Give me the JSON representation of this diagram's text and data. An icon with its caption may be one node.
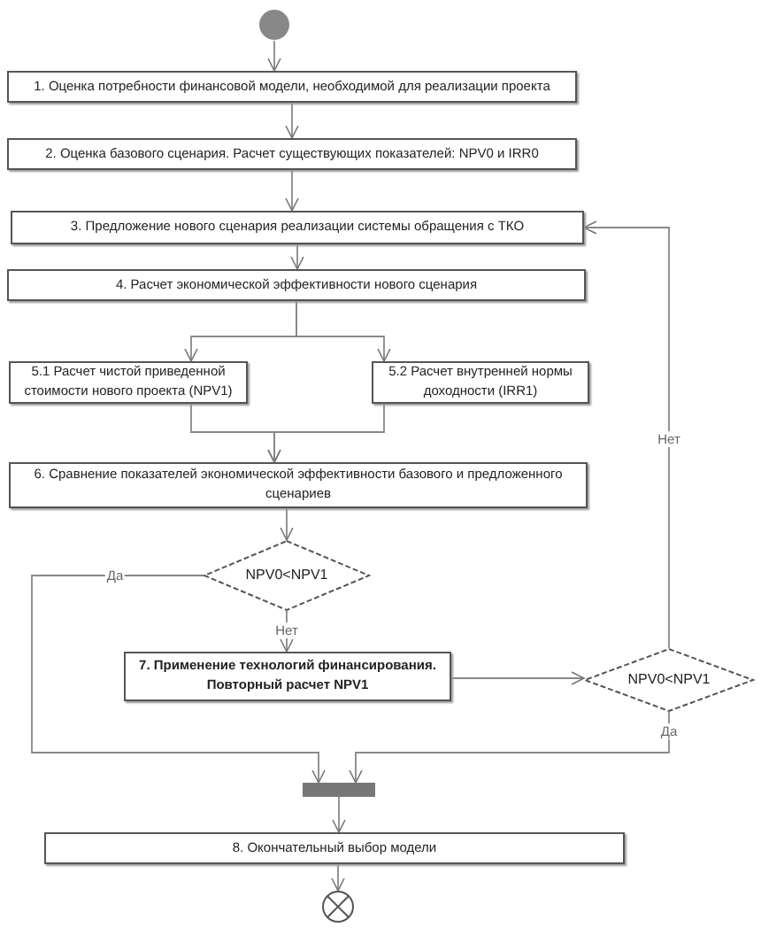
{
  "diagram": {
    "nodes": [
      {
        "text": [],
        "shape": "circle"
      },
      {
        "text": [
          "1. Оценка потребности финансовой модели, необходимой для реализации проекта"
        ]
      },
      {
        "text": [
          "2. Оценка базового сценария. Расчет существующих показателей: NPV0 и IRR0"
        ]
      },
      {
        "text": [
          "3. Предложение нового сценария реализации системы обращения с ТКО"
        ]
      },
      {
        "text": [
          "4. Расчет экономической эффективности нового сценария"
        ]
      },
      {
        "text": [
          "5.1 Расчет чистой приведенной стоимости нового проекта (NPV1)"
        ]
      },
      {
        "text": [
          "5.2 Расчет внутренней нормы доходности (IRR1)"
        ]
      },
      {
        "text": [
          "6. Сравнение показателей экономической эффективности базового и предложенного сценариев"
        ]
      },
      {
        "text": [
          "NPV0<NPV1"
        ]
      },
      {
        "text": [
          "7. Применение технологий финансирования. Повторный расчет NPV1"
        ]
      },
      {
        "text": [
          "NPV0<NPV1"
        ]
      },
      {
        "text": [],
        "shape": "bar"
      },
      {
        "text": [
          "8. Окончательный выбор модели"
        ]
      },
      {
        "text": [],
        "shape": "circle"
      }
    ],
    "edges": [
      {
        "from": 0,
        "to": 1,
        "arrow": "to"
      },
      {
        "from": 1,
        "to": 2,
        "arrow": "to"
      },
      {
        "from": 2,
        "to": 3,
        "arrow": "to"
      },
      {
        "from": 3,
        "to": 4,
        "arrow": "to"
      },
      {
        "from": 4,
        "to": 5,
        "arrow": "to"
      },
      {
        "from": 4,
        "to": 6,
        "arrow": "to"
      },
      {
        "from": 5,
        "to": 7,
        "arrow": "to"
      },
      {
        "from": 6,
        "to": 7,
        "arrow": "to"
      },
      {
        "from": 7,
        "to": 8,
        "arrow": "to"
      },
      {
        "from": 8,
        "to": 11,
        "arrow": "to",
        "label": "Да"
      },
      {
        "from": 8,
        "to": 9,
        "arrow": "to",
        "label": "Нет"
      },
      {
        "from": 9,
        "to": 10,
        "arrow": "to"
      },
      {
        "from": 10,
        "to": 3,
        "arrow": "to",
        "label": "Нет"
      },
      {
        "from": 10,
        "to": 11,
        "arrow": "to",
        "label": "Да"
      },
      {
        "from": 11,
        "to": 12,
        "arrow": "to"
      },
      {
        "from": 12,
        "to": 13,
        "arrow": "to"
      }
    ]
  }
}
